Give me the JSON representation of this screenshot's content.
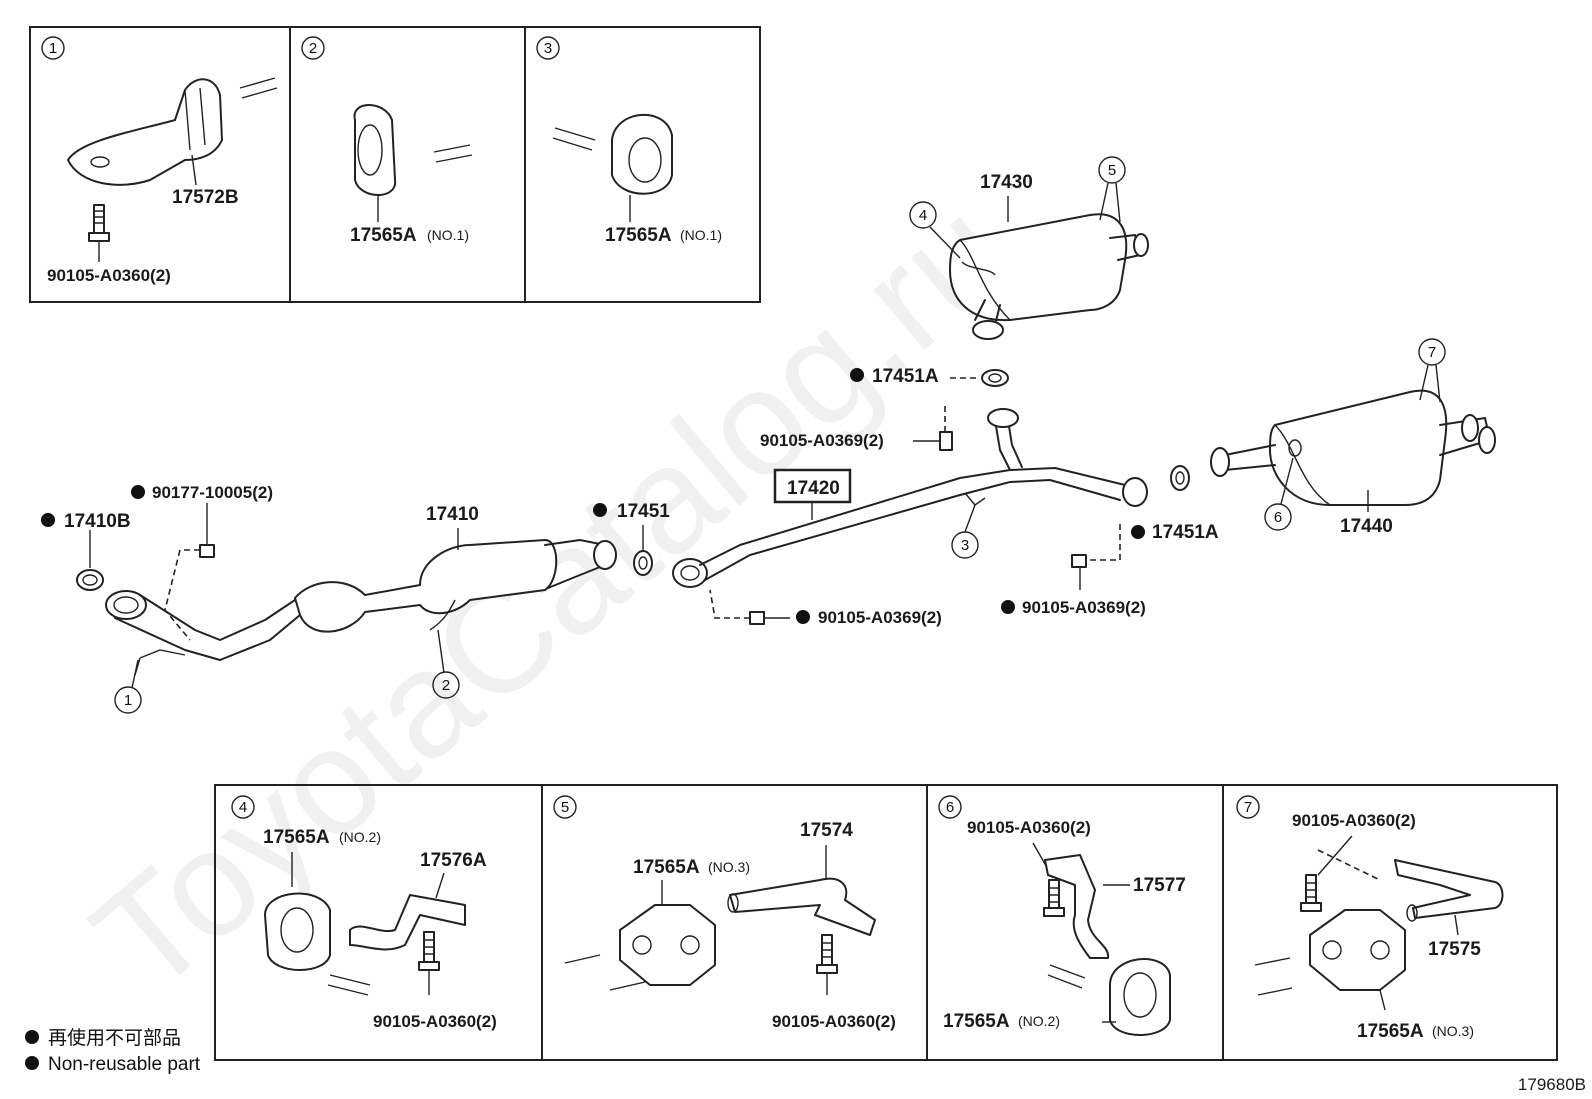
{
  "watermark": "ToyotaCatalog.ru",
  "diagram_id": "179680B",
  "legend": {
    "line1": "再使用不可部品",
    "line2": "Non-reusable part"
  },
  "callouts": {
    "c1": "1",
    "c2": "2",
    "c3": "3",
    "c4": "4",
    "c5": "5",
    "c6": "6",
    "c7": "7"
  },
  "main_labels": {
    "p17410B": "17410B",
    "p90177": "90177-10005(2)",
    "p17410": "17410",
    "p17451": "17451",
    "p17420": "17420",
    "p17451A_top": "17451A",
    "p90105_0369_a": "90105-A0369(2)",
    "p90105_0369_b": "90105-A0369(2)",
    "p90105_0369_c": "90105-A0369(2)",
    "p17451A_mid": "17451A",
    "p17430": "17430",
    "p17440": "17440"
  },
  "inset1": {
    "num": "1",
    "part": "17572B",
    "bolt": "90105-A0360(2)"
  },
  "inset2": {
    "num": "2",
    "part": "17565A",
    "sub": "(NO.1)"
  },
  "inset3": {
    "num": "3",
    "part": "17565A",
    "sub": "(NO.1)"
  },
  "inset4": {
    "num": "4",
    "part": "17565A",
    "sub": "(NO.2)",
    "bracket": "17576A",
    "bolt": "90105-A0360(2)"
  },
  "inset5": {
    "num": "5",
    "part": "17565A",
    "sub": "(NO.3)",
    "bracket": "17574",
    "bolt": "90105-A0360(2)"
  },
  "inset6": {
    "num": "6",
    "bolt": "90105-A0360(2)",
    "bracket": "17577",
    "part": "17565A",
    "sub": "(NO.2)"
  },
  "inset7": {
    "num": "7",
    "bolt": "90105-A0360(2)",
    "bracket": "17575",
    "part": "17565A",
    "sub": "(NO.3)"
  }
}
